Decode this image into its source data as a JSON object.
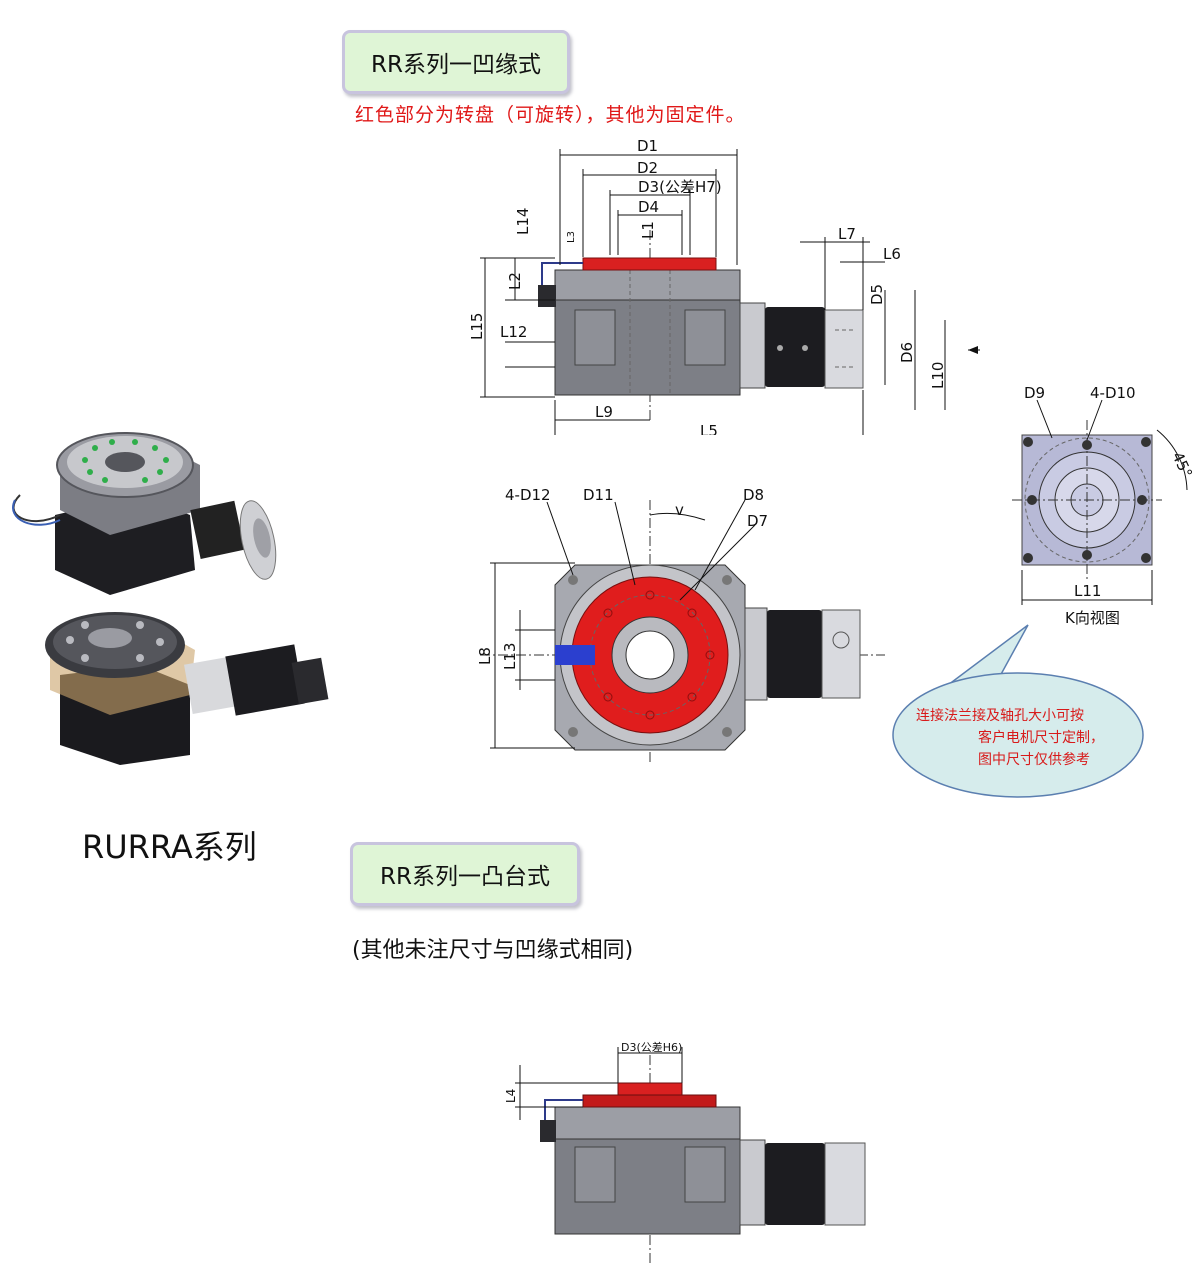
{
  "header_tag_recessed": "RR系列一凹缘式",
  "header_note": "红色部分为转盘（可旋转），其他为固定件。",
  "series_name": "RURRA系列",
  "header_tag_raised": "RR系列一凸台式",
  "raised_note": "(其他未注尺寸与凹缘式相同)",
  "dims": {
    "d1": "D1",
    "d2": "D2",
    "d3_h7": "D3(公差H7)",
    "d4": "D4",
    "l1": "L1",
    "l14": "L14",
    "l3": "L3",
    "l2": "L2",
    "l15": "L15",
    "l12": "L12",
    "l9": "L9",
    "l5": "L5",
    "l7": "L7",
    "l6": "L6",
    "d5": "D5",
    "d6": "D6",
    "l10": "L10",
    "k": "K",
    "d12": "4-D12",
    "d11": "D11",
    "v": "v",
    "d8": "D8",
    "d7": "D7",
    "l8": "L8",
    "l13": "L13",
    "d9": "D9",
    "d10": "4-D10",
    "deg45": "45°",
    "l11": "L11",
    "kview": "K向视图",
    "d3_h6": "D3(公差H6)",
    "l4": "L4"
  },
  "callout": [
    "连接法兰接及轴孔大小可按",
    "客户电机尺寸定制，",
    "图中尺寸仅供参考"
  ],
  "colors": {
    "rotary_red": "#d92020",
    "tag_bg": "#dff5d6",
    "tag_border": "#c8c4de",
    "body_grey": "#8a8c93",
    "callout_bg": "#d6ecec",
    "note_red": "#e01818"
  }
}
